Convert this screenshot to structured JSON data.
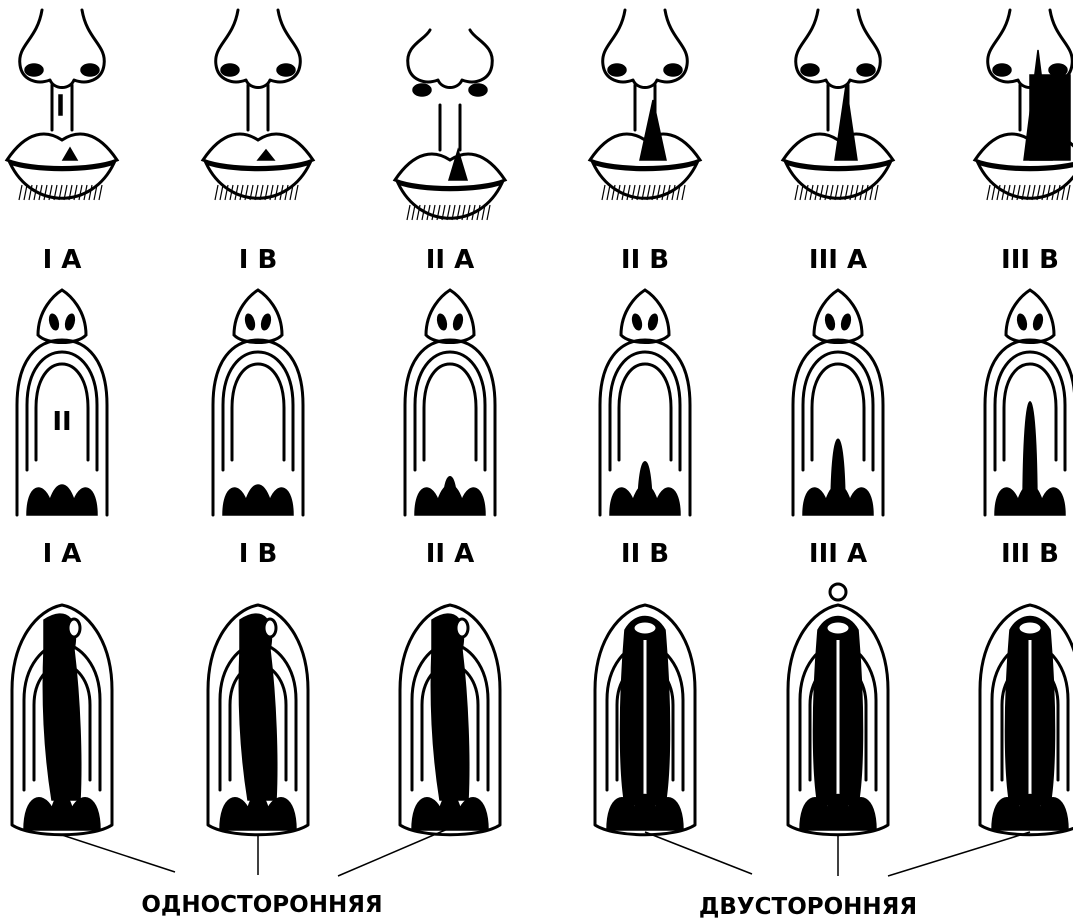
{
  "columns": 6,
  "row1": {
    "labels": [
      "I A",
      "I B",
      "II A",
      "II B",
      "III A",
      "III B"
    ]
  },
  "row2": {
    "labels": [
      "I A",
      "I B",
      "II A",
      "II B",
      "III A",
      "III B"
    ],
    "inner_marker": "II"
  },
  "groups": {
    "unilateral": "ОДНОСТОРОННЯЯ",
    "bilateral": "ДВУСТОРОННЯЯ"
  }
}
